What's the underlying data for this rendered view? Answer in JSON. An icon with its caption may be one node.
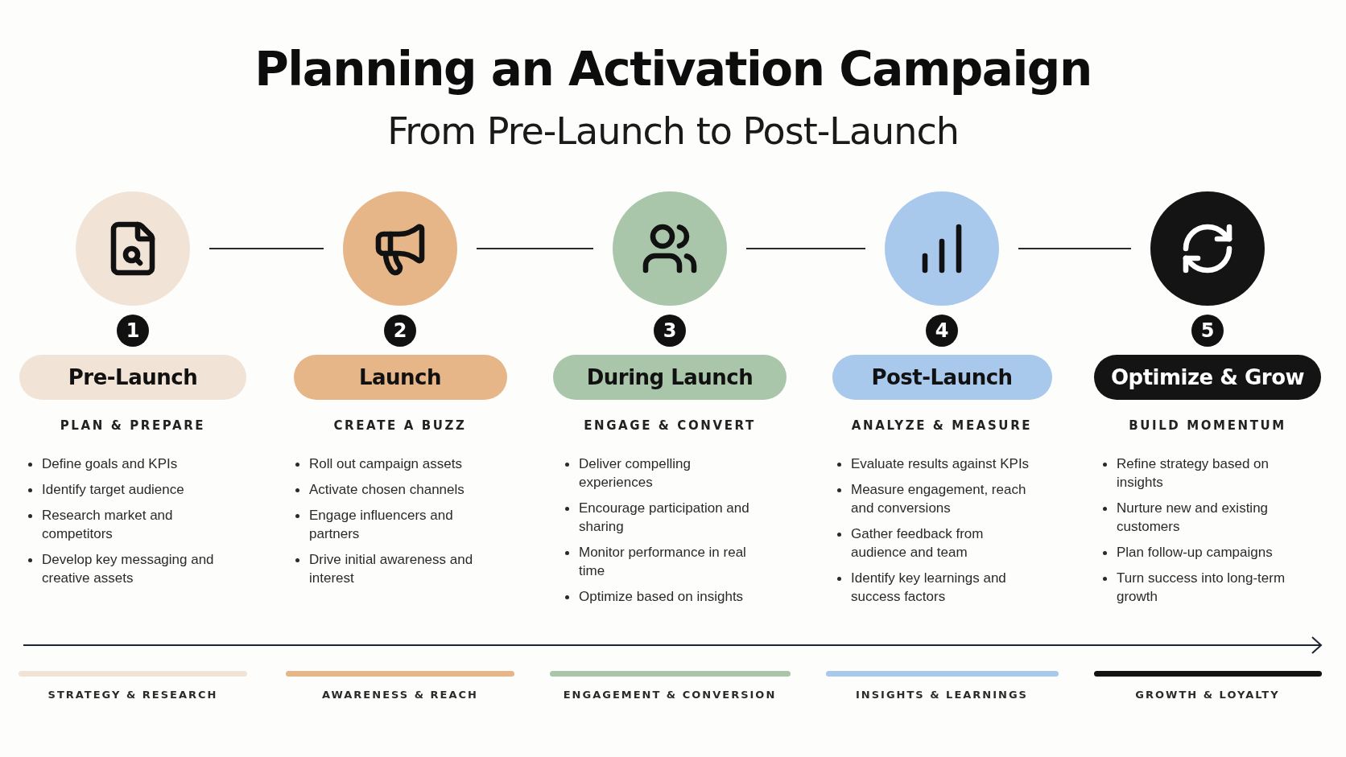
{
  "diagram": {
    "title": "Planning an Activation Campaign",
    "caption": "From Pre-Launch to Post-Launch",
    "nodes": [
      {
        "text": [],
        "shape": "circle",
        "beside": [
          "1"
        ]
      },
      {
        "text": [],
        "shape": "circle",
        "beside": [
          "2"
        ]
      },
      {
        "text": [],
        "shape": "circle",
        "beside": [
          "3"
        ]
      },
      {
        "text": [],
        "shape": "circle",
        "beside": [
          "4"
        ]
      },
      {
        "text": [],
        "shape": "circle",
        "beside": [
          "5"
        ]
      },
      {
        "text": [
          "Pre-Launch"
        ],
        "beside": [
          "PLAN & PREPARE",
          "Define goals and KPIs",
          "Identify target audience",
          "Research market and competitors",
          "Develop key messaging and creative assets"
        ]
      },
      {
        "text": [
          "Launch"
        ],
        "beside": [
          "CREATE A BUZZ",
          "Roll out campaign assets",
          "Activate chosen channels",
          "Engage influencers and partners",
          "Drive initial awareness and interest"
        ]
      },
      {
        "text": [
          "During Launch"
        ],
        "beside": [
          "ENGAGE & CONVERT",
          "Deliver compelling experiences",
          "Encourage participation and sharing",
          "Monitor performance in real time",
          "Optimize based on insights"
        ]
      },
      {
        "text": [
          "Post-Launch"
        ],
        "beside": [
          "ANALYZE & MEASURE",
          "Evaluate results against KPIs",
          "Measure engagement, reach and conversions",
          "Gather feedback from audience and team",
          "Identify key learnings and success factors"
        ]
      },
      {
        "text": [
          "Optimize & Grow"
        ],
        "beside": [
          "BUILD MOMENTUM",
          "Refine strategy based on insights",
          "Nurture new and existing customers",
          "Plan follow-up campaigns",
          "Turn success into long-term growth"
        ]
      }
    ],
    "edges": [
      {
        "from": 0,
        "to": 1,
        "arrow": "none"
      },
      {
        "from": 1,
        "to": 2,
        "arrow": "none"
      },
      {
        "from": 2,
        "to": 3,
        "arrow": "none"
      },
      {
        "from": 3,
        "to": 4,
        "arrow": "none"
      }
    ],
    "legend": [
      {
        "text": "STRATEGY & RESEARCH",
        "color": "#f1e4d6"
      },
      {
        "text": "AWARENESS & REACH",
        "color": "#e6b688"
      },
      {
        "text": "ENGAGEMENT & CONVERSION",
        "color": "#a9c6aa"
      },
      {
        "text": "INSIGHTS & LEARNINGS",
        "color": "#a8c8ec"
      },
      {
        "text": "GROWTH & LOYALTY",
        "color": "#141414"
      }
    ]
  }
}
